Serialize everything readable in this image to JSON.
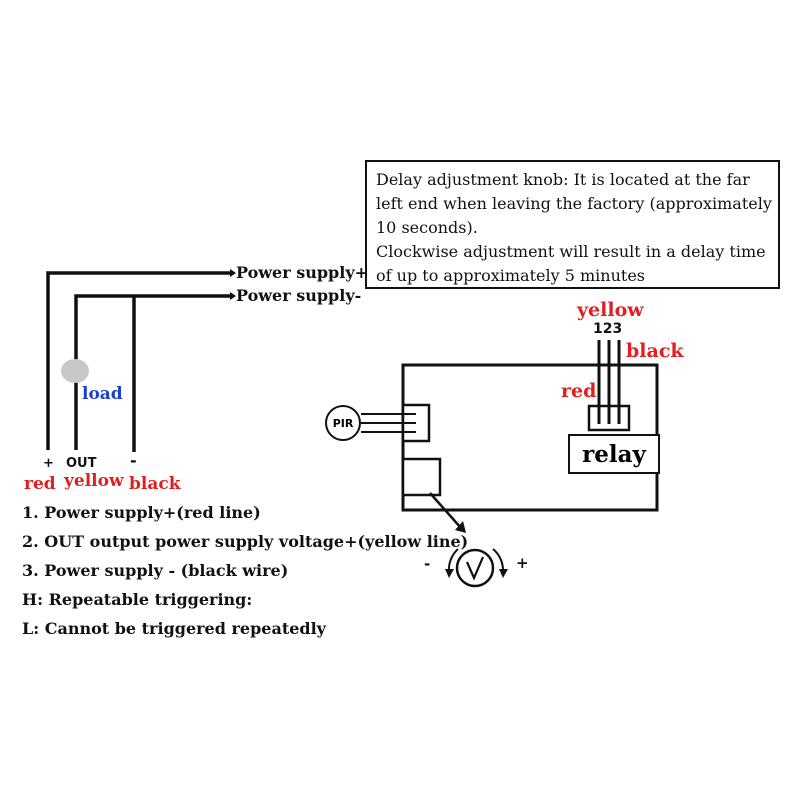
{
  "supply_labels": {
    "positive": "Power supply+",
    "negative": "Power supply-"
  },
  "load_label": "load",
  "terminals": {
    "plus": "+",
    "out": "OUT",
    "minus": "-"
  },
  "wire_colors": {
    "red": "red",
    "yellow": "yellow",
    "black": "black"
  },
  "pin_numbers": "123",
  "note": {
    "line1": "Delay adjustment knob: It is located at the far",
    "line2": "left end when leaving the factory (approximately",
    "line3": "10 seconds).",
    "line4": "Clockwise adjustment will result in a delay time",
    "line5": "of up to approximately 5 minutes"
  },
  "legend": [
    "1. Power supply+(red line)",
    "2. OUT output power supply voltage+(yellow line)",
    "3. Power supply - (black wire)",
    "H: Repeatable triggering:",
    "L: Cannot be triggered repeatedly"
  ],
  "module": {
    "pir_label": "PIR",
    "relay_label": "relay",
    "knob_minus": "-",
    "knob_plus": "+"
  },
  "colors": {
    "red": "#e02020",
    "blue": "#1a3fd0",
    "line": "#111111",
    "load_bulb": "#c8c8c8"
  }
}
